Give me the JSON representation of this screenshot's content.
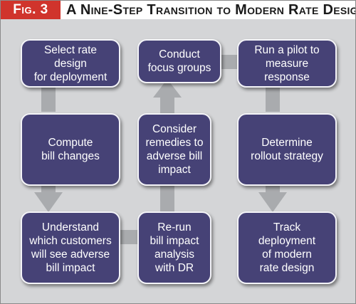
{
  "header": {
    "fig_label": "Fig. 3",
    "title": "A Nine-Step Transition to Modern Rate Design"
  },
  "steps": [
    "Select rate design\nfor deployment",
    "Compute\nbill changes",
    "Understand\nwhich customers\nwill see adverse\nbill impact",
    "Re-run\nbill impact\nanalysis\nwith DR",
    "Consider\nremedies to\nadverse bill\nimpact",
    "Conduct\nfocus groups",
    "Run a pilot to\nmeasure response",
    "Determine\nrollout strategy",
    "Track\ndeployment\nof modern\nrate design"
  ],
  "colors": {
    "fig_label_bg": "#d0342c",
    "box_fill": "#464276",
    "background": "#d4d5d7",
    "connector": "#a9abae"
  }
}
